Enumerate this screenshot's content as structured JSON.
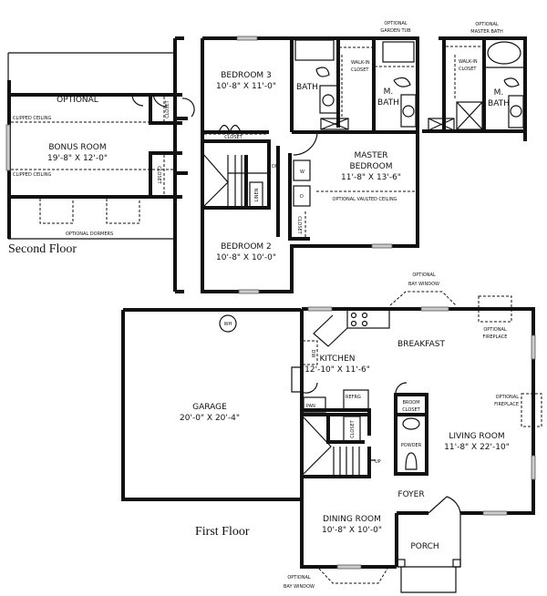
{
  "second_floor": {
    "title": "Second Floor",
    "bonus_room": {
      "name1": "OPTIONAL",
      "name2": "BONUS ROOM",
      "size": "19'-8\" X 12'-0\""
    },
    "clipped_ceiling": "CLIPPED CEILING",
    "optional_dormers": "OPTIONAL DORMERS",
    "closet": "CLOSET",
    "linen": "LINEN",
    "dn": "DN",
    "washer": "W",
    "dryer": "D",
    "bath": "BATH",
    "walk_in_closet": [
      "WALK-IN",
      "CLOSET"
    ],
    "m_bath": [
      "M.",
      "BATH"
    ],
    "bedroom3": {
      "name": "BEDROOM 3",
      "size": "10'-8\" X 11'-0\""
    },
    "bedroom2": {
      "name": "BEDROOM 2",
      "size": "10'-8\" X 10'-0\""
    },
    "master": {
      "name1": "MASTER",
      "name2": "BEDROOM",
      "size": "11'-8\" X 13'-6\""
    },
    "vaulted": "OPTIONAL VAULTED CEILING",
    "garden_tub": [
      "OPTIONAL",
      "GARDEN TUB"
    ],
    "opt_master_bath": [
      "OPTIONAL",
      "MASTER BATH"
    ]
  },
  "first_floor": {
    "title": "First Floor",
    "garage": {
      "name": "GARAGE",
      "size": "20'-0\" X 20'-4\""
    },
    "wh": "WH",
    "kitchen": {
      "name": "KITCHEN",
      "size": "12'-10\" X 11'-6\""
    },
    "breakfast": "BREAKFAST",
    "dw": "DW",
    "pan": "PAN",
    "refrg": "REFRG",
    "closet": "CLOSET",
    "broom_closet": [
      "BROOM",
      "CLOSET"
    ],
    "powder": "POWDER",
    "up": "UP",
    "living": {
      "name": "LIVING ROOM",
      "size": "11'-8\" X 22'-10\""
    },
    "foyer": "FOYER",
    "dining": {
      "name": "DINING ROOM",
      "size": "10'-8\" X 10'-0\""
    },
    "porch": "PORCH",
    "bay_window": [
      "OPTIONAL",
      "BAY WINDOW"
    ],
    "fireplace": [
      "OPTIONAL",
      "FIREPLACE"
    ]
  }
}
